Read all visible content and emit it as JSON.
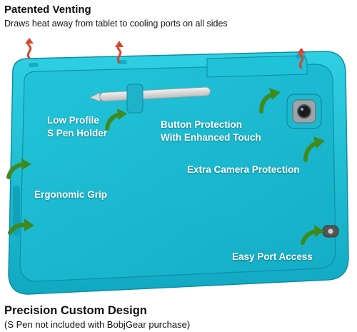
{
  "header": {
    "title": "Patented Venting",
    "subtitle": "Draws heat away from tablet to cooling ports on all sides"
  },
  "callouts": {
    "pen_holder_line1": "Low Profile",
    "pen_holder_line2": "S Pen Holder",
    "button_line1": "Button Protection",
    "button_line2": "With Enhanced Touch",
    "camera": "Extra Camera Protection",
    "grip": "Ergonomic Grip",
    "port": "Easy Port Access"
  },
  "footer": {
    "title": "Precision Custom Design",
    "note": "(S Pen not included with BobjGear purchase)"
  },
  "colors": {
    "case": "#1dbfd6",
    "case_dark": "#0f9db3",
    "arrow_green": "#3f8a1f",
    "heat_arrow": "#d9442a"
  },
  "icons": [
    "heat-arrow-icon",
    "green-arrow-icon"
  ]
}
